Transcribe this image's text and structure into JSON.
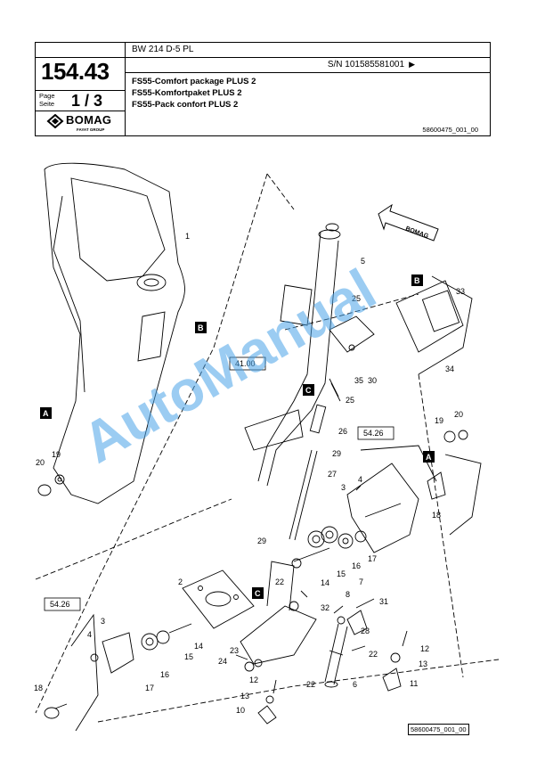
{
  "header": {
    "model": "BW 214 D-5 PL",
    "serial": "S/N 101585581001",
    "serial_arrow": "▶",
    "page_number": "154.43",
    "page_label_en": "Page",
    "page_label_de": "Seite",
    "page_count": "1 / 3",
    "titles": [
      "FS55-Comfort package PLUS 2",
      "FS55-Komfortpaket PLUS 2",
      "FS55-Pack confort PLUS 2"
    ],
    "brand": "BOMAG",
    "brand_sub": "FAYAT GROUP",
    "doc_ref": "58600475_001_00"
  },
  "drawing": {
    "part_labels": [
      "1",
      "5",
      "25",
      "33",
      "35",
      "30",
      "34",
      "25",
      "26",
      "29",
      "27",
      "19",
      "20",
      "19",
      "20",
      "18",
      "4",
      "3",
      "17",
      "16",
      "15",
      "14",
      "7",
      "8",
      "31",
      "32",
      "28",
      "22",
      "22",
      "12",
      "13",
      "11",
      "6",
      "22",
      "2",
      "3",
      "4",
      "17",
      "16",
      "15",
      "14",
      "23",
      "24",
      "12",
      "13",
      "10",
      "18",
      "29"
    ],
    "ref_boxes": [
      "41.00",
      "54.26",
      "54.26"
    ],
    "view_letters": [
      "A",
      "B",
      "B",
      "C",
      "C",
      "A"
    ],
    "direction_label": "BOMAG"
  },
  "watermark": "AutoManual",
  "footer_ref": "58600475_001_00"
}
